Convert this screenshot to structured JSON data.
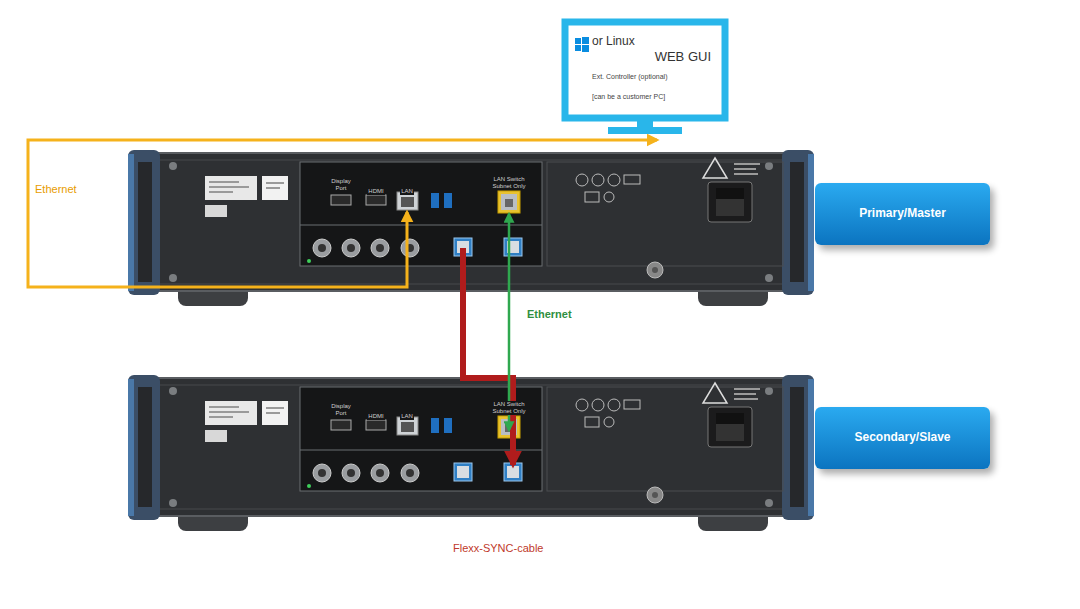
{
  "diagram": {
    "nodes": [
      {
        "text": [
          "or Linux",
          "WEB GUI",
          "Ext. Controller (optional)",
          "[can be a customer PC]"
        ]
      },
      {
        "text": [
          "Display Port",
          "HDMI",
          "LAN",
          "LAN Switch Subnet Only"
        ]
      },
      {
        "text": [
          "Primary/Master"
        ]
      },
      {
        "text": [
          "Display Port",
          "HDMI",
          "LAN",
          "LAN Switch Subnet Only"
        ]
      },
      {
        "text": [
          "Secondary/Slave"
        ]
      }
    ],
    "edges": [
      {
        "from": 0,
        "to": 1,
        "arrow": "both",
        "label": "Ethernet"
      },
      {
        "from": 1,
        "to": 3,
        "arrow": "to"
      },
      {
        "from": 1,
        "to": 3,
        "arrow": "both",
        "label": "Ethernet"
      }
    ],
    "labels": [
      "Flexx-SYNC-cable"
    ]
  }
}
